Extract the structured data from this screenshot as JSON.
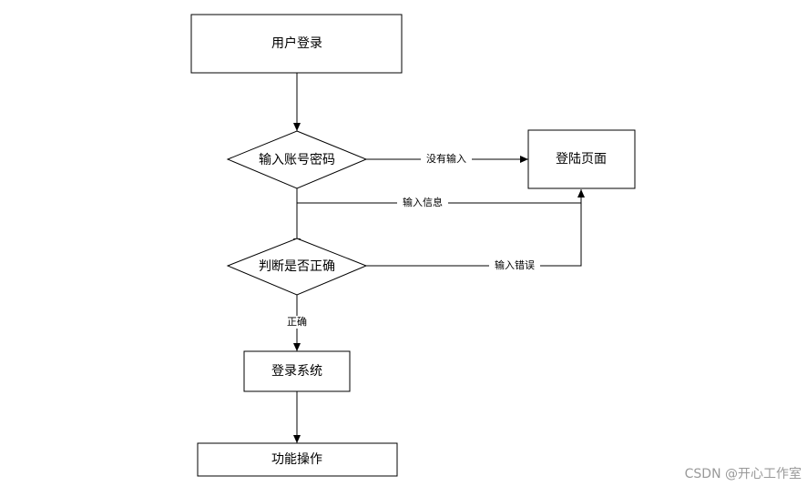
{
  "nodes": {
    "login": "用户登录",
    "input": "输入账号密码",
    "login_page": "登陆页面",
    "check": "判断是否正确",
    "enter_system": "登录系统",
    "operate": "功能操作"
  },
  "edges": {
    "no_input": "没有输入",
    "input_info": "输入信息",
    "input_error": "输入错误",
    "correct": "正确"
  },
  "watermark": "CSDN @开心工作室"
}
